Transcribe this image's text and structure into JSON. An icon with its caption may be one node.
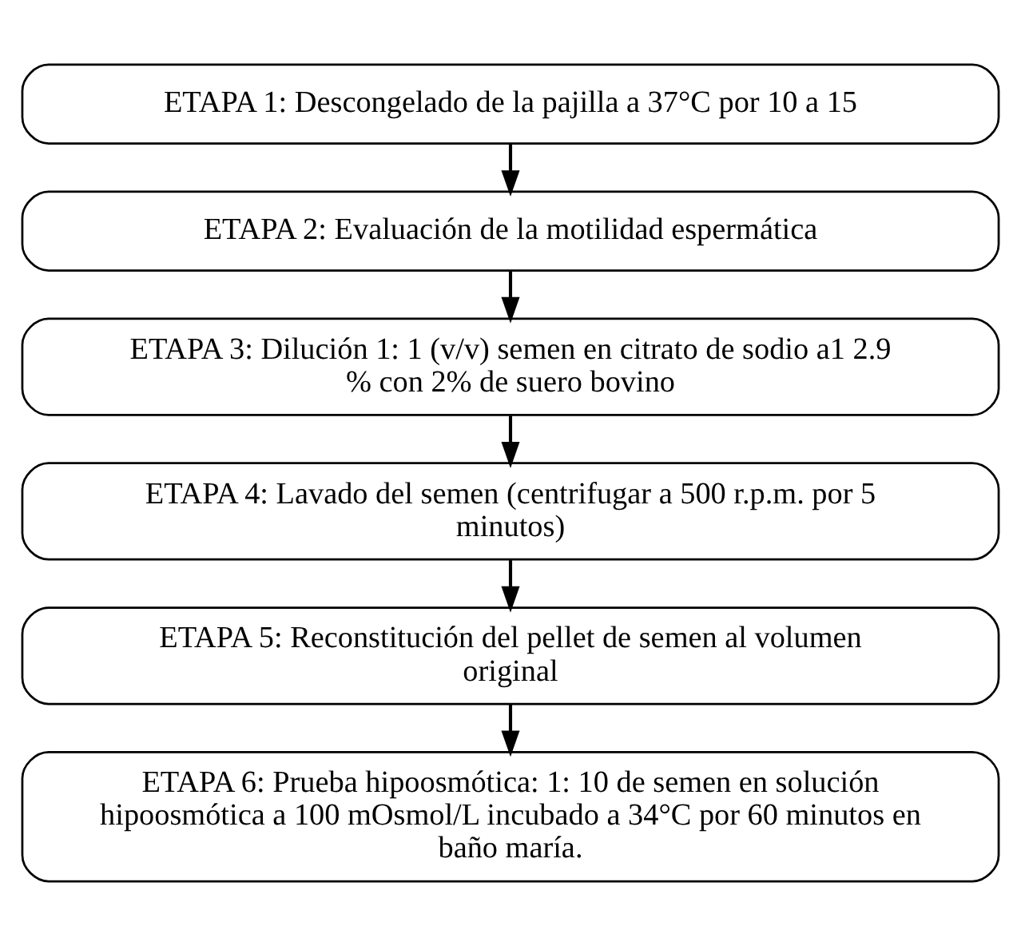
{
  "diagram": {
    "nodes": [
      {
        "text": [
          "ETAPA 1: Descongelado de la pajilla a 37°C por 10 a 15"
        ]
      },
      {
        "text": [
          "ETAPA 2: Evaluación de la motilidad espermática"
        ]
      },
      {
        "text": [
          "ETAPA 3: Dilución 1: 1 (v/v) semen en citrato de sodio a1 2.9 % con 2% de suero bovino"
        ]
      },
      {
        "text": [
          "ETAPA 4: Lavado del semen (centrifugar a 500 r.p.m. por 5 minutos)"
        ]
      },
      {
        "text": [
          "ETAPA 5: Reconstitución del pellet de semen al volumen original"
        ]
      },
      {
        "text": [
          "ETAPA 6: Prueba hipoosmótica: 1: 10 de semen en solución hipoosmótica a 100 mOsmol/L incubado a 34°C por 60 minutos en baño maría."
        ]
      }
    ],
    "edges": [
      {
        "from": 0,
        "to": 1,
        "arrow": "to"
      },
      {
        "from": 1,
        "to": 2,
        "arrow": "to"
      },
      {
        "from": 2,
        "to": 3,
        "arrow": "to"
      },
      {
        "from": 3,
        "to": 4,
        "arrow": "to"
      },
      {
        "from": 4,
        "to": 5,
        "arrow": "to"
      }
    ]
  }
}
